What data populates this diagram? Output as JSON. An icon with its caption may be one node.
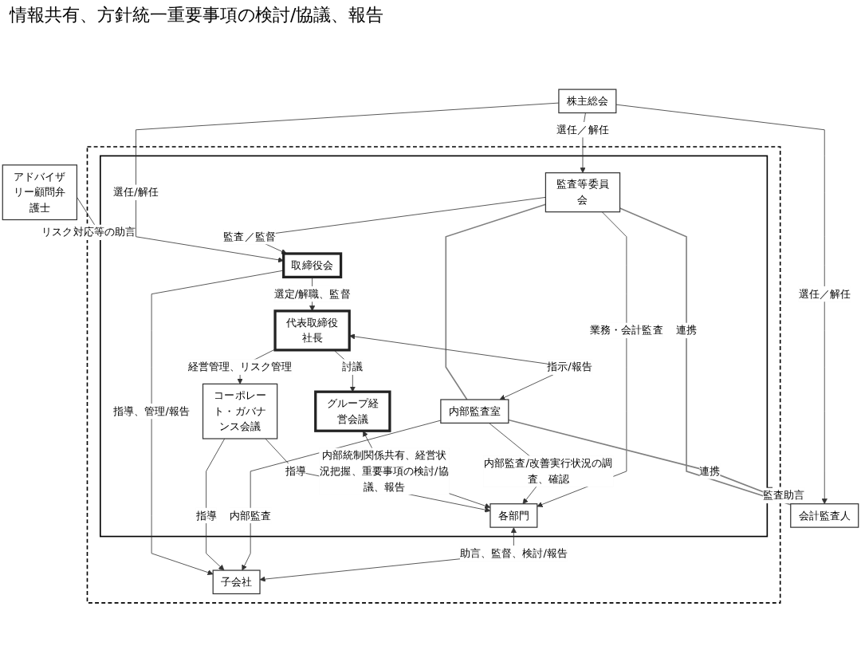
{
  "diagram": {
    "nodes": [
      {
        "text": [
          "株主総会"
        ]
      },
      {
        "text": [],
        "shape": "box"
      },
      {
        "text": [],
        "shape": "box",
        "in": 1
      },
      {
        "text": [
          "取締役会"
        ],
        "in": 2
      },
      {
        "text": [
          "監査等委員会"
        ],
        "in": 2
      },
      {
        "text": [
          "代表取締役社長"
        ],
        "in": 2
      },
      {
        "text": [
          "内部監査室"
        ],
        "in": 2
      },
      {
        "text": [
          "コーポレート・ガバナンス会議"
        ],
        "in": 2
      },
      {
        "text": [
          "グループ経営会議"
        ],
        "in": 2
      },
      {
        "text": [
          "各部門"
        ],
        "in": 2
      },
      {
        "text": [
          "子会社"
        ],
        "in": 1
      },
      {
        "text": [
          "アドバイザリー顧問弁護士"
        ]
      },
      {
        "text": [
          "会計監査人"
        ]
      }
    ],
    "edges": [
      {
        "from": 0,
        "to": 3,
        "arrow": "to",
        "label": "選任/解任"
      },
      {
        "from": 0,
        "to": 4,
        "arrow": "to",
        "label": "選任／解任"
      },
      {
        "from": 0,
        "to": 12,
        "arrow": "to",
        "label": "選任／解任"
      },
      {
        "from": 4,
        "to": 3,
        "arrow": "to",
        "label": "監査／監督"
      },
      {
        "from": 3,
        "to": 5,
        "arrow": "to",
        "label": "選定/解職、監督"
      },
      {
        "from": 4,
        "to": 6,
        "arrow": "none",
        "color": "#808080"
      },
      {
        "from": 5,
        "to": 6,
        "arrow": "both",
        "label": "指示/報告"
      },
      {
        "from": 5,
        "to": 7,
        "arrow": "to",
        "label": "経営管理、リスク管理"
      },
      {
        "from": 5,
        "to": 8,
        "arrow": "to",
        "label": "討議"
      },
      {
        "from": 3,
        "to": 10,
        "arrow": "to",
        "label": "指導、管理/報告"
      },
      {
        "from": 7,
        "to": 9,
        "arrow": "to",
        "label": "指導"
      },
      {
        "from": 7,
        "to": 10,
        "arrow": "to",
        "label": "指導"
      },
      {
        "from": 8,
        "to": 9,
        "arrow": "both",
        "label": "内部統制関係共有、経営状況把握、重要事項の検討/協議、報告"
      },
      {
        "from": 6,
        "to": 9,
        "arrow": "to",
        "label": "内部監査/改善実行状況の調査、確認"
      },
      {
        "from": 4,
        "to": 9,
        "arrow": "to",
        "label": "業務・会計監査"
      },
      {
        "from": 6,
        "to": 10,
        "arrow": "to",
        "label": "内部監査"
      },
      {
        "from": 9,
        "to": 10,
        "arrow": "both",
        "label": "助言、監督、検討/報告"
      },
      {
        "from": 12,
        "to": 2,
        "arrow": "to",
        "label": "監査助言"
      },
      {
        "from": 4,
        "to": 12,
        "arrow": "none",
        "label": "連携",
        "color": "#808080"
      },
      {
        "from": 6,
        "to": 12,
        "arrow": "none",
        "label": "連携",
        "color": "#808080"
      },
      {
        "from": 11,
        "to": 2,
        "arrow": "to",
        "label": "リスク対応等の助言"
      }
    ],
    "labels": [
      "情報共有、方針統一重要事項の検討/協議、報告"
    ]
  }
}
